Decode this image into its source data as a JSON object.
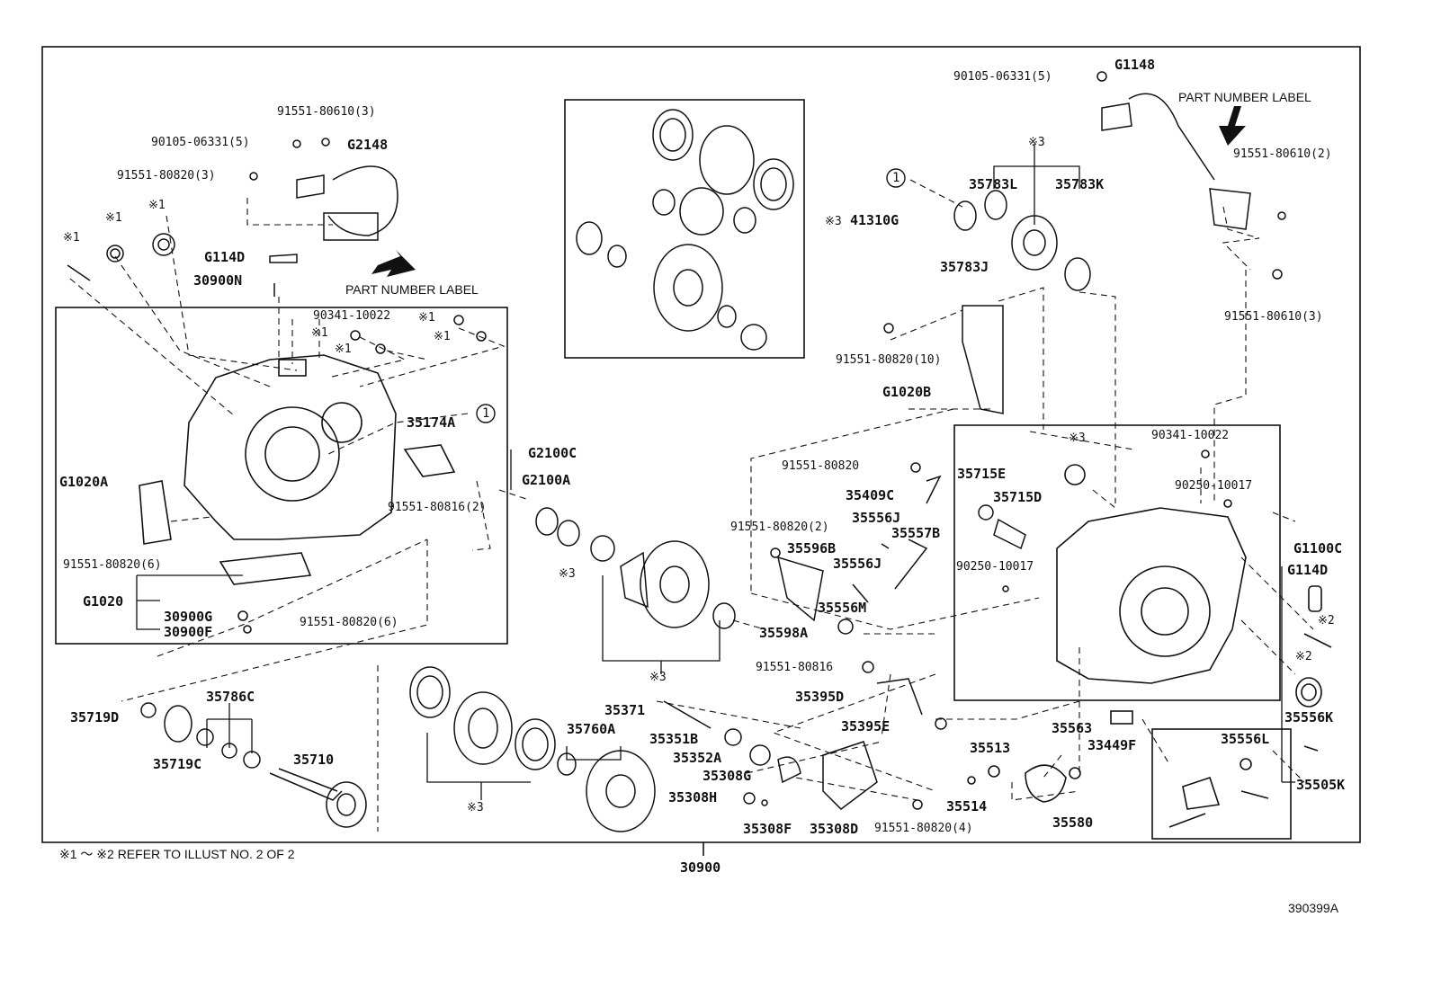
{
  "diagram": {
    "illustration_number": "390399A",
    "footnote": "※1 ～ ※2 REFER TO ILLUST NO. 2 OF 2",
    "assembly_number": "30900",
    "part_number_label_text": "PART NUMBER LABEL",
    "callout_circle": "1",
    "labels": {
      "l_90105_left": "90105-06331(5)",
      "l_91551_80610_3_left": "91551-80610(3)",
      "l_G2148": "G2148",
      "l_91551_80820_3": "91551-80820(3)",
      "l_k1_a": "※1",
      "l_k1_b": "※1",
      "l_k1_c": "※1",
      "l_G114D_top": "G114D",
      "l_30900N": "30900N",
      "l_pnl_left": "PART NUMBER LABEL",
      "l_90341_left": "90341-10022",
      "l_k1_d": "※1",
      "l_k1_e": "※1",
      "l_k1_f": "※1",
      "l_k1_g": "※1",
      "l_35174A": "35174A",
      "l_G2100C": "G2100C",
      "l_G1020A": "G1020A",
      "l_91551_80816_2": "91551-80816(2)",
      "l_G2100A": "G2100A",
      "l_91551_80820_6_a": "91551-80820(6)",
      "l_G1020": "G1020",
      "l_30900G": "30900G",
      "l_30900F": "30900F",
      "l_91551_80820_6_b": "91551-80820(6)",
      "l_k3_mid": "※3",
      "l_k3_41310": "※3",
      "l_41310G": "41310G",
      "l_90105_right": "90105-06331(5)",
      "l_G1148": "G1148",
      "l_pnl_right": "PART NUMBER LABEL",
      "l_k3_top": "※3",
      "l_35783L": "35783L",
      "l_35783K": "35783K",
      "l_91551_80610_2": "91551-80610(2)",
      "l_35783J": "35783J",
      "l_91551_80610_3_right": "91551-80610(3)",
      "l_91551_80820_10": "91551-80820(10)",
      "l_G1020B": "G1020B",
      "l_k3_right": "※3",
      "l_90341_right": "90341-10022",
      "l_91551_80820_a": "91551-80820",
      "l_35715E": "35715E",
      "l_35715D": "35715D",
      "l_35409C": "35409C",
      "l_90250_a": "90250-10017",
      "l_35556J_a": "35556J",
      "l_91551_80820_2": "91551-80820(2)",
      "l_35557B": "35557B",
      "l_G1100C": "G1100C",
      "l_35596B": "35596B",
      "l_35556J_b": "35556J",
      "l_90250_b": "90250-10017",
      "l_G114D_right": "G114D",
      "l_35556M": "35556M",
      "l_35598A": "35598A",
      "l_k2_a": "※2",
      "l_k3_diff": "※3",
      "l_91551_80816": "91551-80816",
      "l_k2_b": "※2",
      "l_35395D": "35395D",
      "l_35719D": "35719D",
      "l_35786C": "35786C",
      "l_35371": "35371",
      "l_35556K": "35556K",
      "l_35395E": "35395E",
      "l_35563": "35563",
      "l_33449F": "33449F",
      "l_35760A": "35760A",
      "l_35351B": "35351B",
      "l_35513": "35513",
      "l_35556L": "35556L",
      "l_35719C": "35719C",
      "l_35710": "35710",
      "l_35352A": "35352A",
      "l_35308G": "35308G",
      "l_35505K": "35505K",
      "l_35308H": "35308H",
      "l_35514": "35514",
      "l_k3_bottom": "※3",
      "l_35580": "35580",
      "l_35308F": "35308F",
      "l_35308D": "35308D",
      "l_91551_80820_4": "91551-80820(4)"
    }
  }
}
